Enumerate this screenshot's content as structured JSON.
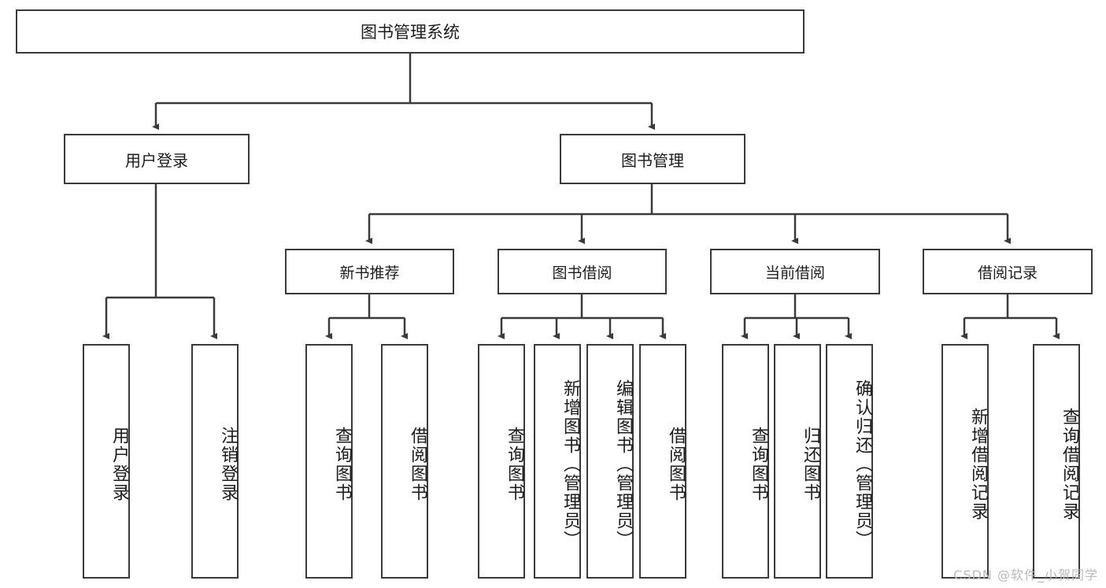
{
  "diagram": {
    "title": "图书管理系统",
    "type": "hierarchy-tree",
    "root": {
      "label": "图书管理系统"
    },
    "level1": [
      {
        "label": "用户登录"
      },
      {
        "label": "图书管理"
      }
    ],
    "level2": [
      {
        "label": "新书推荐"
      },
      {
        "label": "图书借阅"
      },
      {
        "label": "当前借阅"
      },
      {
        "label": "借阅记录"
      }
    ],
    "leaves": {
      "user_login": [
        {
          "label": "用户登录"
        },
        {
          "label": "注销登录"
        }
      ],
      "new_book_recommend": [
        {
          "label": "查询图书"
        },
        {
          "label": "借阅图书"
        }
      ],
      "book_borrow": [
        {
          "label": "查询图书"
        },
        {
          "label": "新增图书（管理员）"
        },
        {
          "label": "编辑图书（管理员）"
        },
        {
          "label": "借阅图书"
        }
      ],
      "current_borrow": [
        {
          "label": "查询图书"
        },
        {
          "label": "归还图书"
        },
        {
          "label": "确认归还（管理员）"
        }
      ],
      "borrow_record": [
        {
          "label": "新增借阅记录"
        },
        {
          "label": "查询借阅记录"
        }
      ]
    }
  },
  "watermark": {
    "text": "CSDN @软件_小贺同学"
  },
  "colors": {
    "stroke": "#3a3a3a",
    "background": "#ffffff",
    "text": "#1b1b1b",
    "watermark": "#b9b9b9"
  }
}
